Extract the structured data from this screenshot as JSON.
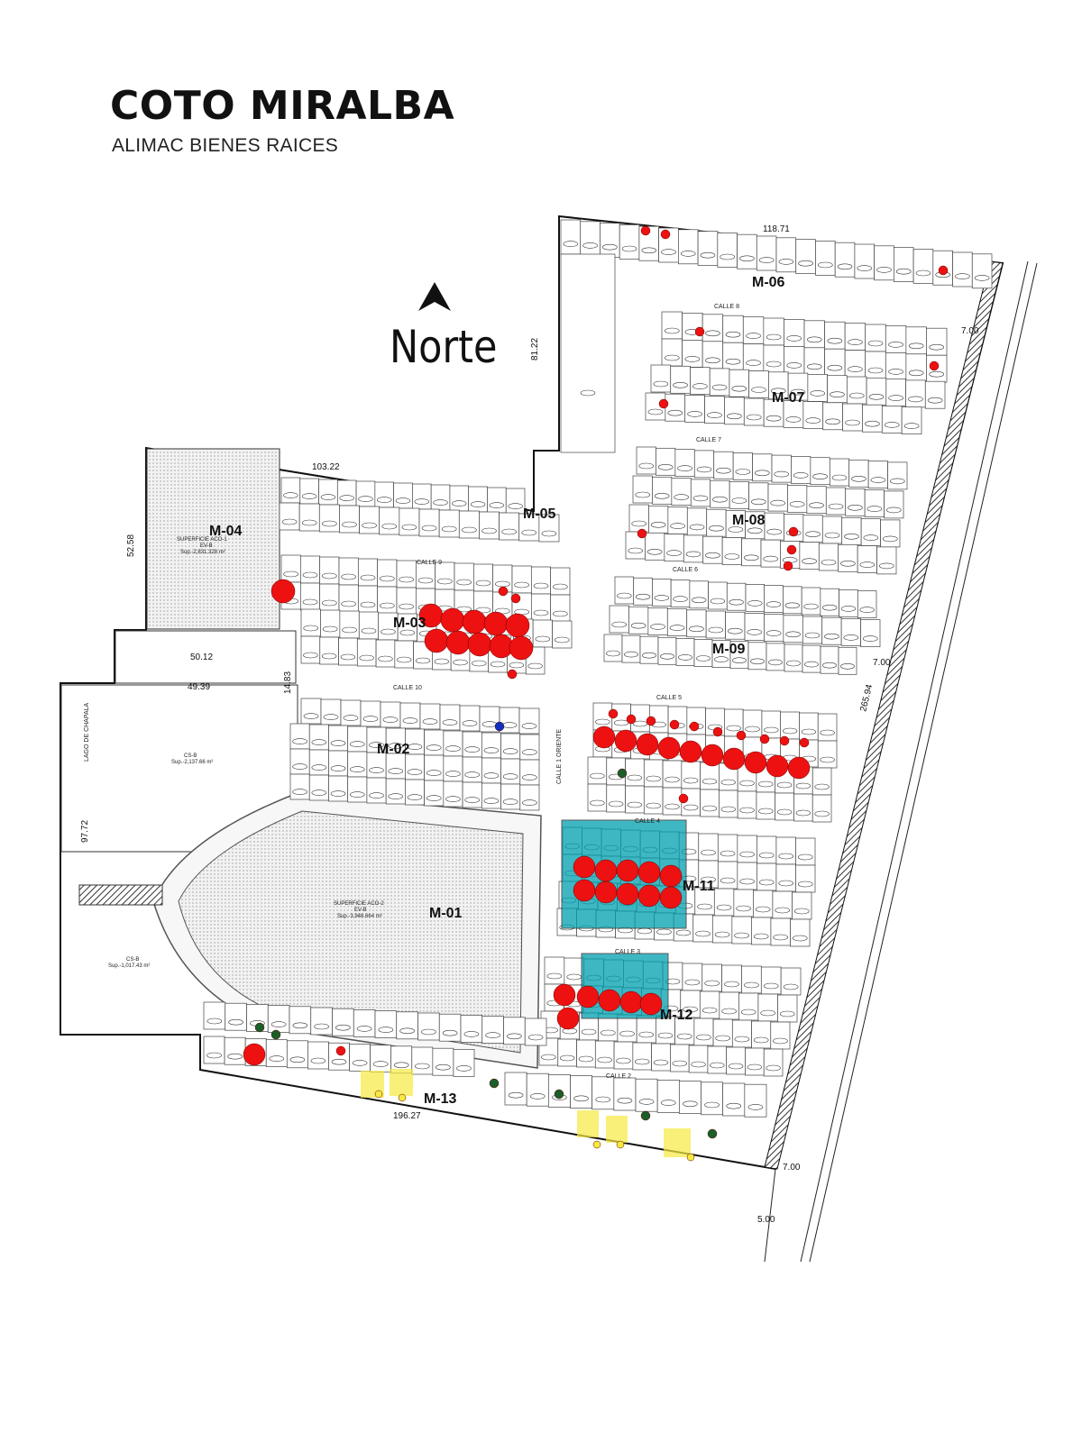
{
  "header": {
    "title": "COTO MIRALBA",
    "subtitle": "ALIMAC BIENES RAICES",
    "north_label": "Norte"
  },
  "dimensions": [
    "118.71",
    "81.22",
    "103.22",
    "52.58",
    "50.12",
    "49.39",
    "14.83",
    "97.72",
    "196.27",
    "265.94",
    "7.00",
    "5.00"
  ],
  "streets": [
    "CALLE 8",
    "CALLE 7",
    "CALLE 6",
    "CALLE 9",
    "CALLE 5",
    "CALLE 10",
    "CALLE 4",
    "CALLE 3",
    "CALLE 2",
    "CALLE 1 ORIENTE",
    "LAGO DE CHAPALA"
  ],
  "blocks": [
    "M-01",
    "M-02",
    "M-03",
    "M-04",
    "M-05",
    "M-06",
    "M-07",
    "M-08",
    "M-09",
    "M-11",
    "M-12",
    "M-13"
  ],
  "areas": {
    "m04": [
      "SUPERFICIE ACO-1",
      "EV-B",
      "Sup.-2,831.328 m²"
    ],
    "m01": [
      "SUPERFICIE ACO-2",
      "EV-B",
      "Sup.-3,948.664 m²"
    ],
    "cs_b1": [
      "CS-B",
      "Sup.-2,137.66 m²"
    ],
    "cs_b2": [
      "CS-B",
      "Sup.-1,017.43 m²"
    ]
  },
  "colors": {
    "sold": "#ee1111",
    "reserved": "#00a0b0",
    "available_pin": "#1a5e2a",
    "blue_pin": "#1030c0",
    "note": "#f5ea40"
  }
}
